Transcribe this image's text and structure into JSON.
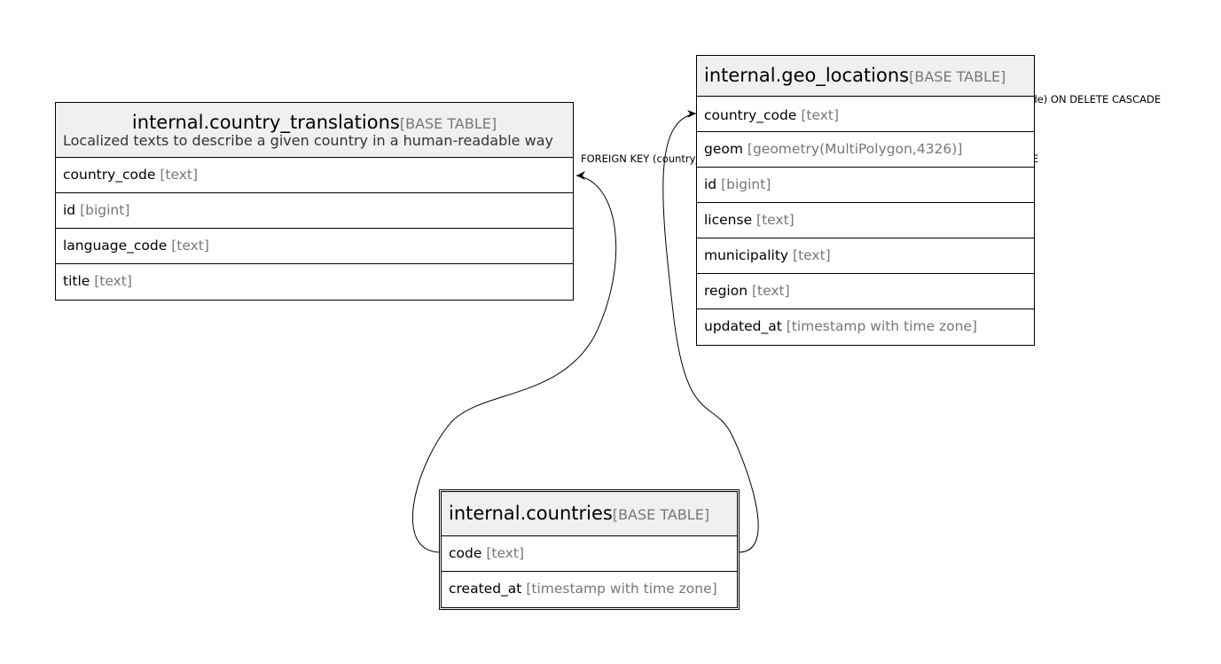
{
  "tables": {
    "country_translations": {
      "name": "internal.country_translations",
      "kind": "[BASE TABLE]",
      "description": "Localized texts to describe a given country in a human-readable way",
      "columns": [
        {
          "name": "country_code",
          "type": "[text]"
        },
        {
          "name": "id",
          "type": "[bigint]"
        },
        {
          "name": "language_code",
          "type": "[text]"
        },
        {
          "name": "title",
          "type": "[text]"
        }
      ]
    },
    "geo_locations": {
      "name": "internal.geo_locations",
      "kind": "[BASE TABLE]",
      "columns": [
        {
          "name": "country_code",
          "type": "[text]"
        },
        {
          "name": "geom",
          "type": "[geometry(MultiPolygon,4326)]"
        },
        {
          "name": "id",
          "type": "[bigint]"
        },
        {
          "name": "license",
          "type": "[text]"
        },
        {
          "name": "municipality",
          "type": "[text]"
        },
        {
          "name": "region",
          "type": "[text]"
        },
        {
          "name": "updated_at",
          "type": "[timestamp with time zone]"
        }
      ]
    },
    "countries": {
      "name": "internal.countries",
      "kind": "[BASE TABLE]",
      "columns": [
        {
          "name": "code",
          "type": "[text]"
        },
        {
          "name": "created_at",
          "type": "[timestamp with time zone]"
        }
      ]
    }
  },
  "relations": [
    {
      "label": "FOREIGN KEY (country_code) REFERENCES internal.countries(code) ON DELETE CASCADE"
    },
    {
      "label": "FOREIGN KEY (country_code) REFERENCES internal.countries(code) ON DELETE CASCADE"
    }
  ]
}
